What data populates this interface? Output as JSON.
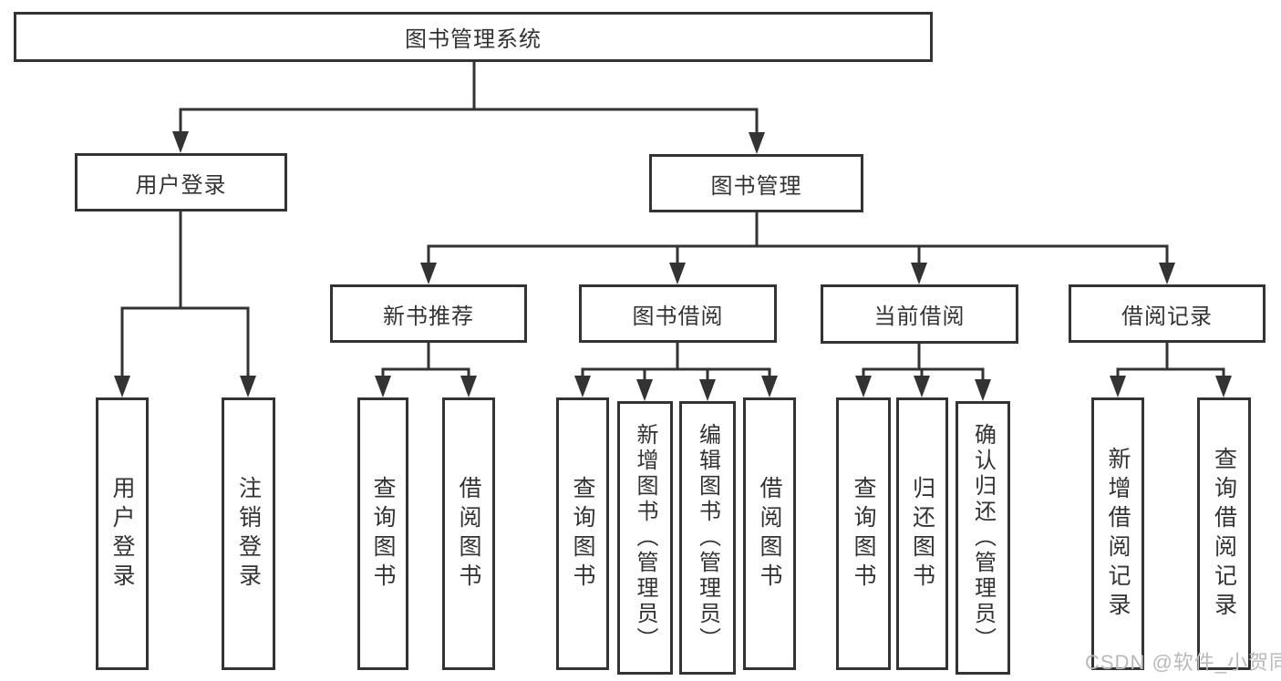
{
  "colors": {
    "background": "#ffffff",
    "line": "#333333",
    "box_border": "#333333",
    "text": "#333333",
    "watermark": "#b9b9b9"
  },
  "tree": {
    "label": "图书管理系统",
    "children": [
      {
        "label": "用户登录",
        "children": [
          {
            "label": "用户登录"
          },
          {
            "label": "注销登录"
          }
        ]
      },
      {
        "label": "图书管理",
        "children": [
          {
            "label": "新书推荐",
            "children": [
              {
                "label": "查询图书"
              },
              {
                "label": "借阅图书"
              }
            ]
          },
          {
            "label": "图书借阅",
            "children": [
              {
                "label": "查询图书"
              },
              {
                "label": "新增图书（管理员）"
              },
              {
                "label": "编辑图书（管理员）"
              },
              {
                "label": "借阅图书"
              }
            ]
          },
          {
            "label": "当前借阅",
            "children": [
              {
                "label": "查询图书"
              },
              {
                "label": "归还图书"
              },
              {
                "label": "确认归还（管理员）"
              }
            ]
          },
          {
            "label": "借阅记录",
            "children": [
              {
                "label": "新增借阅记录"
              },
              {
                "label": "查询借阅记录"
              }
            ]
          }
        ]
      }
    ]
  },
  "watermark": {
    "text": "CSDN @软件_小贺同学"
  }
}
